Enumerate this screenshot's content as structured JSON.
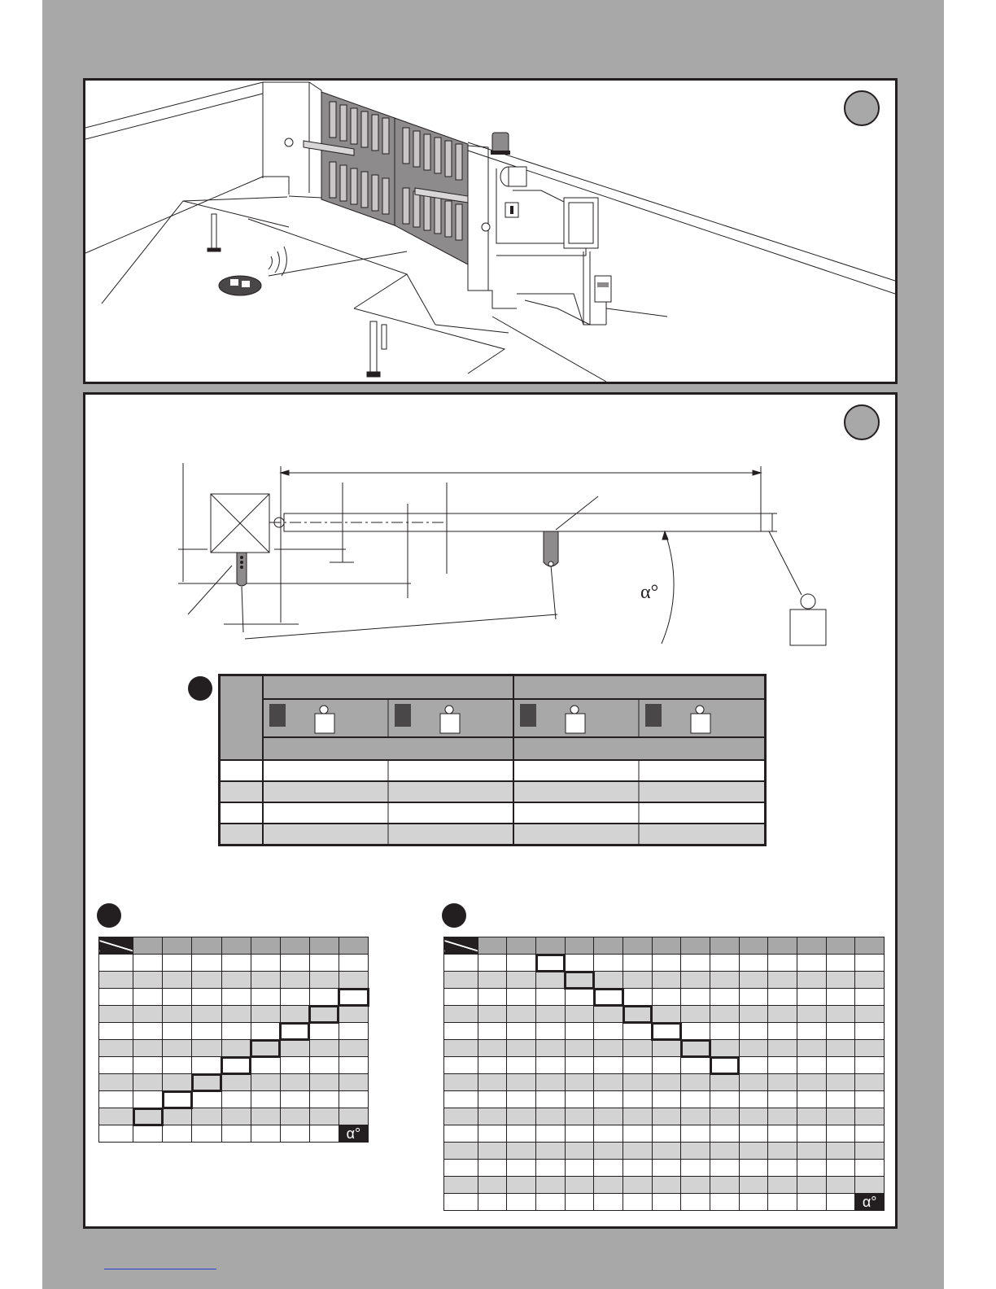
{
  "sheet": {
    "background": "#a9a8a9",
    "ink": "#231f20",
    "row_shade": "#d3d3d3"
  },
  "figure1": {
    "badge": "",
    "icons": [
      "gate-leaf-icon",
      "gate-leaf-icon",
      "arm-operator-icon",
      "flashing-light-icon",
      "photocell-icon",
      "key-selector-icon",
      "control-unit-icon",
      "electrical-panel-icon",
      "transmitter-icon"
    ]
  },
  "figure2": {
    "badge": "",
    "alpha_label": "α°",
    "icons": [
      "pillar-icon",
      "bracket-icon",
      "arm-icon",
      "weight-icon"
    ]
  },
  "table_a": {
    "rows": 4,
    "groups": 2,
    "subcolumns_per_group": 2
  },
  "chart_b": {
    "alpha_label": "α°",
    "cols": 9,
    "rows": 11
  },
  "chart_c": {
    "alpha_label": "α°",
    "cols": 15,
    "rows": 15
  }
}
